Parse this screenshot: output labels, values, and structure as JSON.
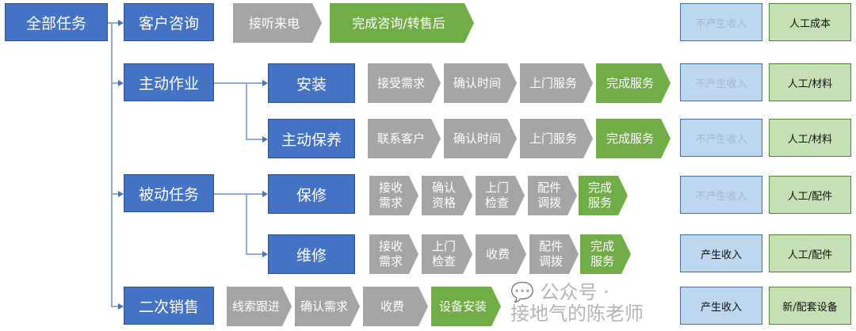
{
  "root": "全部任务",
  "categories": [
    "客户咨询",
    "主动作业",
    "被动任务",
    "二次销售"
  ],
  "subcategories": [
    "安装",
    "主动保养",
    "保修",
    "维修"
  ],
  "rows": [
    {
      "steps": [
        {
          "label": "接听来电",
          "type": "gray"
        },
        {
          "label": "完成咨询/转售后",
          "type": "green"
        }
      ],
      "revenue": "不产生收入",
      "revenue_dim": true,
      "cost": "人工成本"
    },
    {
      "steps": [
        {
          "label": "接受需求",
          "type": "gray"
        },
        {
          "label": "确认时间",
          "type": "gray"
        },
        {
          "label": "上门服务",
          "type": "gray"
        },
        {
          "label": "完成服务",
          "type": "green"
        }
      ],
      "revenue": "不产生收入",
      "revenue_dim": true,
      "cost": "人工/材料"
    },
    {
      "steps": [
        {
          "label": "联系客户",
          "type": "gray"
        },
        {
          "label": "确认时间",
          "type": "gray"
        },
        {
          "label": "上门服务",
          "type": "gray"
        },
        {
          "label": "完成服务",
          "type": "green"
        }
      ],
      "revenue": "不产生收入",
      "revenue_dim": true,
      "cost": "人工/材料"
    },
    {
      "steps": [
        {
          "label": "接收需求",
          "type": "gray"
        },
        {
          "label": "确认资格",
          "type": "gray"
        },
        {
          "label": "上门检查",
          "type": "gray"
        },
        {
          "label": "配件调拨",
          "type": "gray"
        },
        {
          "label": "完成服务",
          "type": "green"
        }
      ],
      "revenue": "不产生收入",
      "revenue_dim": true,
      "cost": "人工/配件"
    },
    {
      "steps": [
        {
          "label": "接收需求",
          "type": "gray"
        },
        {
          "label": "上门检查",
          "type": "gray"
        },
        {
          "label": "收费",
          "type": "gray"
        },
        {
          "label": "配件调拨",
          "type": "gray"
        },
        {
          "label": "完成服务",
          "type": "green"
        }
      ],
      "revenue": "产生收入",
      "revenue_dim": false,
      "cost": "人工/配件"
    },
    {
      "steps": [
        {
          "label": "线索跟进",
          "type": "gray"
        },
        {
          "label": "确认需求",
          "type": "gray"
        },
        {
          "label": "收费",
          "type": "gray"
        },
        {
          "label": "设备安装",
          "type": "green"
        }
      ],
      "revenue": "产生收入",
      "revenue_dim": false,
      "cost": "新/配套设备"
    }
  ],
  "watermark": "公众号 · 接地气的陈老师",
  "colors": {
    "node": "#4472c4",
    "step": "#a5a5a5",
    "final": "#70ad47",
    "revenue": "#bdd7ee",
    "cost": "#c5e0b4"
  }
}
